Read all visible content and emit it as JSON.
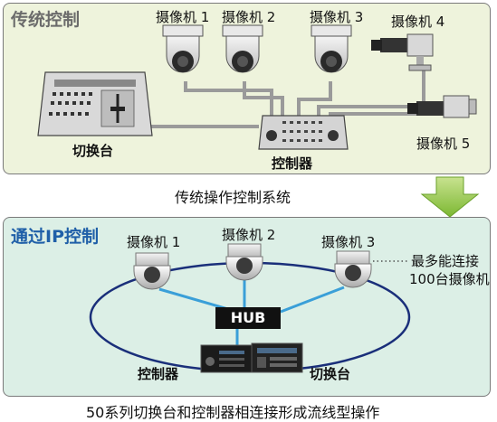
{
  "top_section": {
    "title": "传统控制",
    "cameras": [
      {
        "label": "摄像机 1"
      },
      {
        "label": "摄像机 2"
      },
      {
        "label": "摄像机 3"
      },
      {
        "label": "摄像机 4"
      },
      {
        "label": "摄像机 5"
      }
    ],
    "switcher_label": "切换台",
    "controller_label": "控制器",
    "caption": "传统操作控制系统"
  },
  "bottom_section": {
    "title": "通过IP控制",
    "cameras": [
      {
        "label": "摄像机 1"
      },
      {
        "label": "摄像机 2"
      },
      {
        "label": "摄像机 3"
      }
    ],
    "note_line1": "最多能连接",
    "note_line2": "100台摄像机",
    "hub_label": "HUB",
    "controller_label": "控制器",
    "switcher_label": "切换台",
    "caption": "50系列切换台和控制器相连接形成流线型操作"
  },
  "colors": {
    "top_panel_bg": "#eef3dc",
    "bottom_panel_bg": "#dcefe6",
    "ip_title": "#1f5fa8",
    "network_line": "#1a2f7a",
    "arrow": "#8cc63f"
  }
}
